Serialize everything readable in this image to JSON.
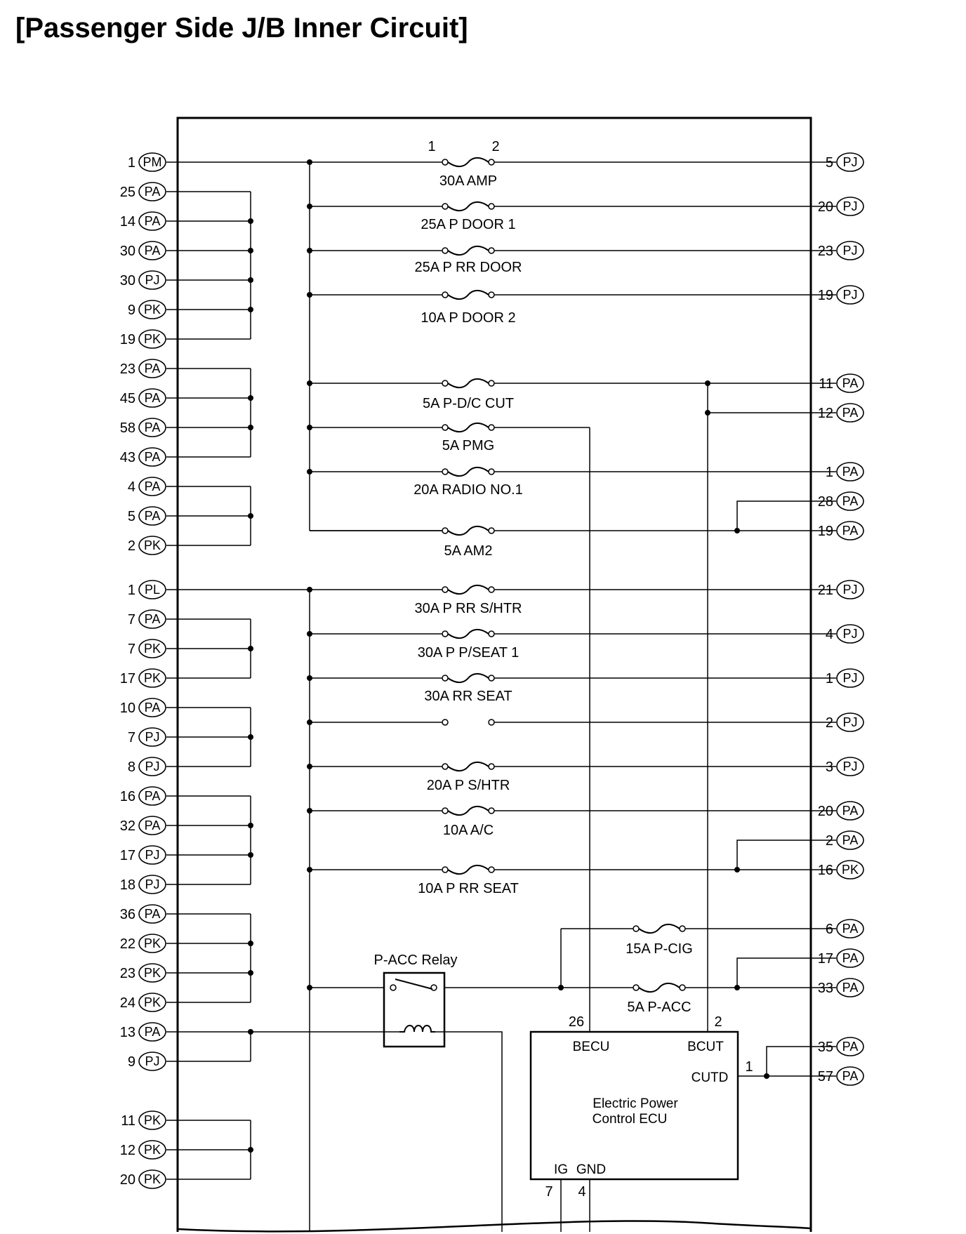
{
  "title": "[Passenger Side J/B Inner Circuit]",
  "left_connectors": [
    {
      "pin": "1",
      "code": "PM"
    },
    {
      "pin": "25",
      "code": "PA"
    },
    {
      "pin": "14",
      "code": "PA"
    },
    {
      "pin": "30",
      "code": "PA"
    },
    {
      "pin": "30",
      "code": "PJ"
    },
    {
      "pin": "9",
      "code": "PK"
    },
    {
      "pin": "19",
      "code": "PK"
    },
    {
      "pin": "23",
      "code": "PA"
    },
    {
      "pin": "45",
      "code": "PA"
    },
    {
      "pin": "58",
      "code": "PA"
    },
    {
      "pin": "43",
      "code": "PA"
    },
    {
      "pin": "4",
      "code": "PA"
    },
    {
      "pin": "5",
      "code": "PA"
    },
    {
      "pin": "2",
      "code": "PK"
    },
    {
      "pin": "1",
      "code": "PL"
    },
    {
      "pin": "7",
      "code": "PA"
    },
    {
      "pin": "7",
      "code": "PK"
    },
    {
      "pin": "17",
      "code": "PK"
    },
    {
      "pin": "10",
      "code": "PA"
    },
    {
      "pin": "7",
      "code": "PJ"
    },
    {
      "pin": "8",
      "code": "PJ"
    },
    {
      "pin": "16",
      "code": "PA"
    },
    {
      "pin": "32",
      "code": "PA"
    },
    {
      "pin": "17",
      "code": "PJ"
    },
    {
      "pin": "18",
      "code": "PJ"
    },
    {
      "pin": "36",
      "code": "PA"
    },
    {
      "pin": "22",
      "code": "PK"
    },
    {
      "pin": "23",
      "code": "PK"
    },
    {
      "pin": "24",
      "code": "PK"
    },
    {
      "pin": "13",
      "code": "PA"
    },
    {
      "pin": "9",
      "code": "PJ"
    },
    {
      "pin": "11",
      "code": "PK"
    },
    {
      "pin": "12",
      "code": "PK"
    },
    {
      "pin": "20",
      "code": "PK"
    }
  ],
  "right_connectors": [
    {
      "pin": "5",
      "code": "PJ"
    },
    {
      "pin": "20",
      "code": "PJ"
    },
    {
      "pin": "23",
      "code": "PJ"
    },
    {
      "pin": "19",
      "code": "PJ"
    },
    {
      "pin": "11",
      "code": "PA"
    },
    {
      "pin": "12",
      "code": "PA"
    },
    {
      "pin": "1",
      "code": "PA"
    },
    {
      "pin": "28",
      "code": "PA"
    },
    {
      "pin": "19",
      "code": "PA"
    },
    {
      "pin": "21",
      "code": "PJ"
    },
    {
      "pin": "4",
      "code": "PJ"
    },
    {
      "pin": "1",
      "code": "PJ"
    },
    {
      "pin": "2",
      "code": "PJ"
    },
    {
      "pin": "3",
      "code": "PJ"
    },
    {
      "pin": "20",
      "code": "PA"
    },
    {
      "pin": "2",
      "code": "PA"
    },
    {
      "pin": "16",
      "code": "PK"
    },
    {
      "pin": "6",
      "code": "PA"
    },
    {
      "pin": "17",
      "code": "PA"
    },
    {
      "pin": "33",
      "code": "PA"
    },
    {
      "pin": "35",
      "code": "PA"
    },
    {
      "pin": "57",
      "code": "PA"
    }
  ],
  "fuses": [
    {
      "label": "30A AMP",
      "pins": [
        "1",
        "2"
      ]
    },
    {
      "label": "25A P DOOR 1"
    },
    {
      "label": "25A P RR DOOR"
    },
    {
      "label": "10A P DOOR 2"
    },
    {
      "label": "5A P-D/C CUT"
    },
    {
      "label": "5A PMG"
    },
    {
      "label": "20A RADIO NO.1"
    },
    {
      "label": "5A AM2"
    },
    {
      "label": "30A P RR S/HTR"
    },
    {
      "label": "30A P P/SEAT 1"
    },
    {
      "label": "30A RR SEAT"
    },
    {
      "label": "20A P S/HTR"
    },
    {
      "label": "10A A/C"
    },
    {
      "label": "10A P RR SEAT"
    },
    {
      "label": "15A P-CIG"
    },
    {
      "label": "5A P-ACC"
    }
  ],
  "relay": {
    "label": "P-ACC Relay"
  },
  "ecu": {
    "name_line1": "Electric Power",
    "name_line2": "Control ECU",
    "becu": "BECU",
    "bcut": "BCUT",
    "cutd": "CUTD",
    "ig": "IG",
    "gnd": "GND",
    "pin_becu": "26",
    "pin_bcut": "2",
    "pin_cutd": "1",
    "pin_ig": "7",
    "pin_gnd": "4"
  }
}
